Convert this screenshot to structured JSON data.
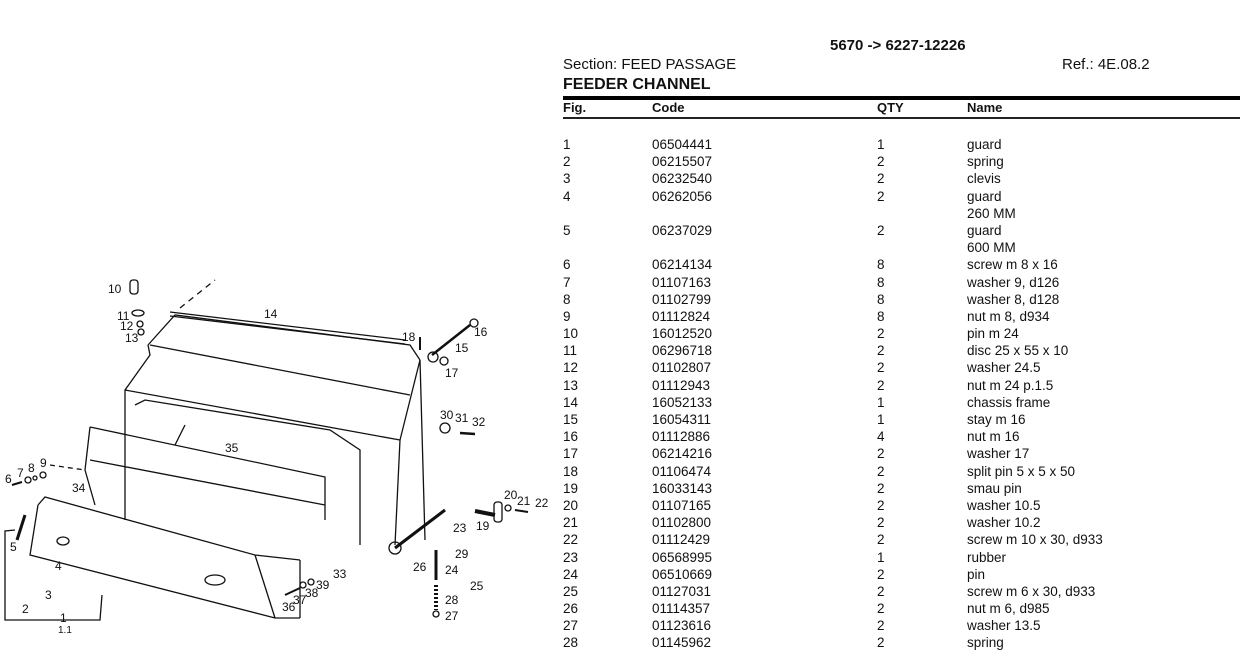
{
  "header": {
    "range": "5670 -> 6227-12226",
    "section": "Section: FEED PASSAGE",
    "ref": "Ref.: 4E.08.2",
    "title": "FEEDER CHANNEL"
  },
  "table": {
    "columns": {
      "fig": "Fig.",
      "code": "Code",
      "qty": "QTY",
      "name": "Name"
    },
    "rows": [
      {
        "fig": "1",
        "code": "06504441",
        "qty": "1",
        "name": "guard",
        "note": ""
      },
      {
        "fig": "2",
        "code": "06215507",
        "qty": "2",
        "name": "spring",
        "note": ""
      },
      {
        "fig": "3",
        "code": "06232540",
        "qty": "2",
        "name": "clevis",
        "note": ""
      },
      {
        "fig": "4",
        "code": "06262056",
        "qty": "2",
        "name": "guard",
        "note": "260 MM"
      },
      {
        "fig": "5",
        "code": "06237029",
        "qty": "2",
        "name": "guard",
        "note": "600 MM"
      },
      {
        "fig": "6",
        "code": "06214134",
        "qty": "8",
        "name": "screw m 8 x 16",
        "note": ""
      },
      {
        "fig": "7",
        "code": "01107163",
        "qty": "8",
        "name": "washer 9, d126",
        "note": ""
      },
      {
        "fig": "8",
        "code": "01102799",
        "qty": "8",
        "name": "washer 8, d128",
        "note": ""
      },
      {
        "fig": "9",
        "code": "01112824",
        "qty": "8",
        "name": "nut m 8, d934",
        "note": ""
      },
      {
        "fig": "10",
        "code": "16012520",
        "qty": "2",
        "name": "pin m 24",
        "note": ""
      },
      {
        "fig": "11",
        "code": "06296718",
        "qty": "2",
        "name": "disc 25 x 55 x 10",
        "note": ""
      },
      {
        "fig": "12",
        "code": "01102807",
        "qty": "2",
        "name": "washer 24.5",
        "note": ""
      },
      {
        "fig": "13",
        "code": "01112943",
        "qty": "2",
        "name": "nut m 24 p.1.5",
        "note": ""
      },
      {
        "fig": "14",
        "code": "16052133",
        "qty": "1",
        "name": "chassis frame",
        "note": ""
      },
      {
        "fig": "15",
        "code": "16054311",
        "qty": "1",
        "name": "stay m 16",
        "note": ""
      },
      {
        "fig": "16",
        "code": "01112886",
        "qty": "4",
        "name": "nut m 16",
        "note": ""
      },
      {
        "fig": "17",
        "code": "06214216",
        "qty": "2",
        "name": "washer 17",
        "note": ""
      },
      {
        "fig": "18",
        "code": "01106474",
        "qty": "2",
        "name": "split pin 5 x 5 x 50",
        "note": ""
      },
      {
        "fig": "19",
        "code": "16033143",
        "qty": "2",
        "name": "smau pin",
        "note": ""
      },
      {
        "fig": "20",
        "code": "01107165",
        "qty": "2",
        "name": "washer 10.5",
        "note": ""
      },
      {
        "fig": "21",
        "code": "01102800",
        "qty": "2",
        "name": "washer 10.2",
        "note": ""
      },
      {
        "fig": "22",
        "code": "01112429",
        "qty": "2",
        "name": "screw m 10 x 30, d933",
        "note": ""
      },
      {
        "fig": "23",
        "code": "06568995",
        "qty": "1",
        "name": "rubber",
        "note": ""
      },
      {
        "fig": "24",
        "code": "06510669",
        "qty": "2",
        "name": "pin",
        "note": ""
      },
      {
        "fig": "25",
        "code": "01127031",
        "qty": "2",
        "name": "screw m 6 x 30, d933",
        "note": ""
      },
      {
        "fig": "26",
        "code": "01114357",
        "qty": "2",
        "name": "nut m 6, d985",
        "note": ""
      },
      {
        "fig": "27",
        "code": "01123616",
        "qty": "2",
        "name": "washer 13.5",
        "note": ""
      },
      {
        "fig": "28",
        "code": "01145962",
        "qty": "2",
        "name": "spring",
        "note": ""
      }
    ]
  },
  "diagram": {
    "callouts": [
      "1",
      "1.1",
      "2",
      "3",
      "4",
      "5",
      "6",
      "7",
      "8",
      "9",
      "10",
      "11",
      "12",
      "13",
      "14",
      "15",
      "16",
      "17",
      "18",
      "19",
      "20",
      "21",
      "22",
      "23",
      "24",
      "25",
      "26",
      "27",
      "28",
      "29",
      "30",
      "31",
      "32",
      "33",
      "34",
      "35",
      "36",
      "37",
      "38",
      "39"
    ]
  }
}
